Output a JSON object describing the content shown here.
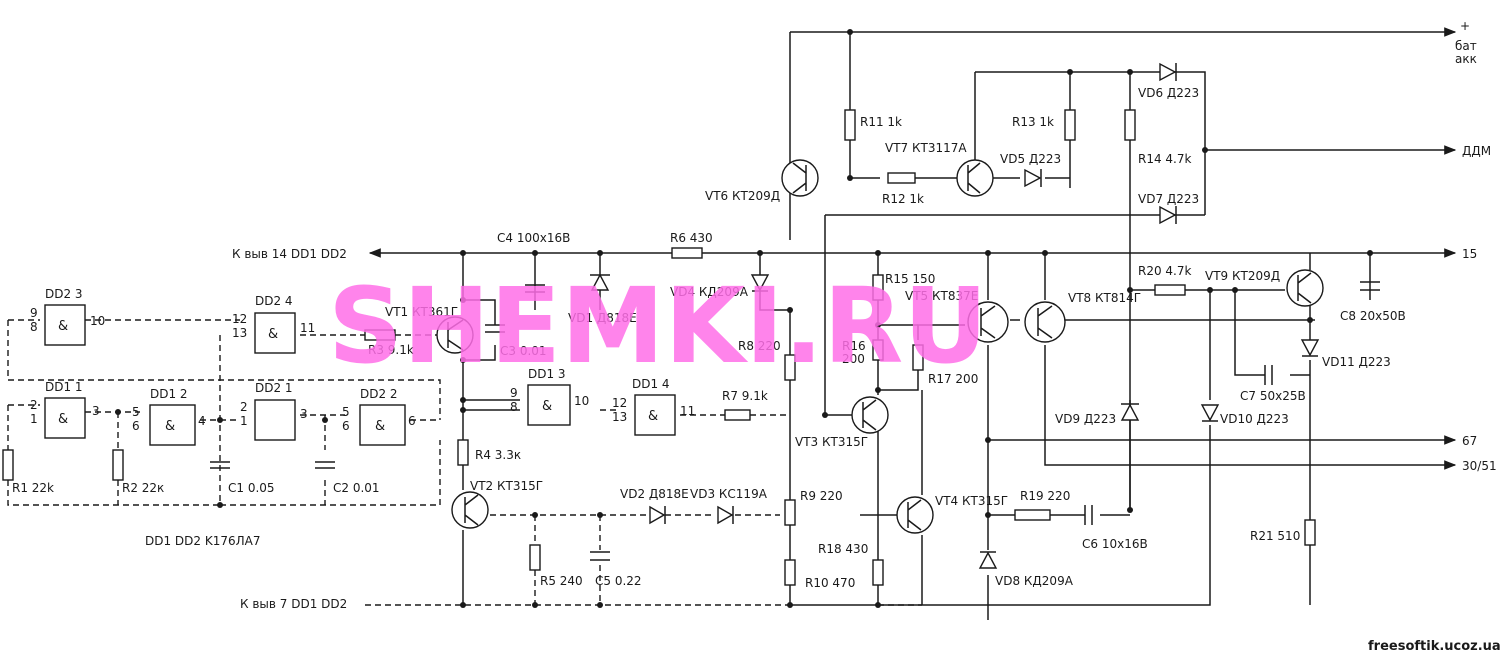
{
  "watermark": "SHEMKI.RU",
  "site": "freesoftik.ucoz.ua",
  "outputs": {
    "bat": "бат",
    "akk": "акк",
    "ddm": "ДДМ",
    "o15": "15",
    "o67": "67",
    "o3051": "30/51",
    "top_mark": "+",
    "to_dd1_14": "К выв 14 DD1 DD2",
    "to_dd1_7": "К выв 7 DD1 DD2"
  },
  "gates": {
    "dd23": "DD2 3",
    "dd24": "DD2 4",
    "dd11": "DD1 1",
    "dd12": "DD1 2",
    "dd21": "DD2 1",
    "dd22": "DD2 2",
    "dd13": "DD1 3",
    "dd14": "DD1 4",
    "amp": "&"
  },
  "pins": {
    "p9": "9",
    "p8": "8",
    "p10": "10",
    "p12": "12",
    "p13": "13",
    "p11": "11",
    "p2": "2",
    "p1": "1",
    "p3": "3",
    "p5": "5",
    "p6": "6",
    "p4": "4"
  },
  "components": {
    "r1": "R1 22k",
    "r2": "R2 22к",
    "c1": "C1 0.05",
    "c2": "C2 0.01",
    "chip_note": "DD1 DD2 K176ЛА7",
    "r3": "R3 9.1k",
    "vt1": "VT1 КТ361Г",
    "c3": "C3 0.01",
    "c4": "C4 100x16В",
    "vd1": "VD1 Д818Е",
    "r6": "R6 430",
    "vd4": "VD4 КД209А",
    "r4": "R4 3.3к",
    "vt2": "VT2 КТ315Г",
    "vd2": "VD2 Д818Е",
    "vd3": "VD3 КС119А",
    "r5": "R5 240",
    "c5": "C5 0.22",
    "r7": "R7 9.1k",
    "r8": "R8 220",
    "r9": "R9 220",
    "r10": "R10 470",
    "vt3": "VT3 КТ315Г",
    "r18": "R18 430",
    "vt4": "VT4 КТ315Г",
    "r15": "R15 150",
    "r16a": "R16",
    "r16b": "200",
    "r17": "R17 200",
    "vt5": "VT5 КТ837Е",
    "vt6": "VT6 КТ209Д",
    "r11": "R11 1k",
    "vt7": "VT7 КТ3117А",
    "r12": "R12 1k",
    "vd5": "VD5 Д223",
    "r13": "R13 1k",
    "r14": "R14 4.7k",
    "vd6": "VD6 Д223",
    "vd7": "VD7 Д223",
    "vt8": "VT8 КТ814Г",
    "r20": "R20 4.7k",
    "vt9": "VT9 КТ209Д",
    "c8": "C8 20x50В",
    "vd11": "VD11 Д223",
    "c7": "C7 50x25В",
    "vd9": "VD9 Д223",
    "vd10": "VD10 Д223",
    "r19": "R19 220",
    "c6": "C6 10x16В",
    "vd8": "VD8 КД209А",
    "r21": "R21 510"
  }
}
